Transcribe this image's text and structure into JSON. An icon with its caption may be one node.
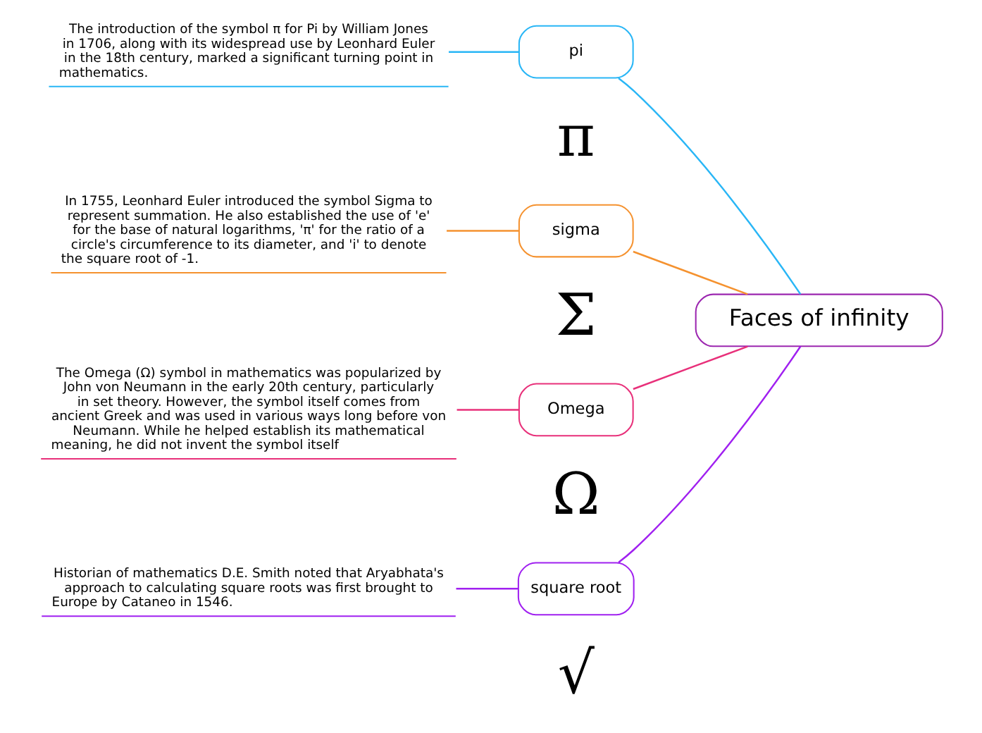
{
  "diagram": {
    "nodes": [
      {
        "text": [
          "Faces of infinity"
        ]
      },
      {
        "text": [
          "pi"
        ]
      },
      {
        "text": [
          "The introduction of the symbol π for Pi by William Jones in 1706, along with its widespread use by Leonhard Euler in the 18th century, marked a significant turning point in mathematics."
        ]
      },
      {
        "text": [
          "sigma"
        ]
      },
      {
        "text": [
          "In 1755, Leonhard Euler introduced the symbol Sigma to represent summation. He also established the use of 'e' for the base of natural logarithms, 'π' for the ratio of a circle's circumference to its diameter, and 'i' to denote the square root of -1."
        ]
      },
      {
        "text": [
          "Omega"
        ]
      },
      {
        "text": [
          "The Omega (Ω) symbol in mathematics was popularized by John von Neumann in the early 20th century, particularly in set theory. However, the symbol itself comes from ancient Greek and was used in various ways long before von Neumann. While he helped establish its mathematical meaning, he did not invent the symbol itself"
        ]
      },
      {
        "text": [
          "square root"
        ]
      },
      {
        "text": [
          "Historian of mathematics D.E. Smith noted that Aryabhata's approach to calculating square roots was first brought to Europe by Cataneo in 1546."
        ]
      }
    ],
    "edges": [
      {
        "from": 0,
        "to": 1,
        "arrow": "none",
        "color": "#29b6f6"
      },
      {
        "from": 1,
        "to": 2,
        "arrow": "none",
        "color": "#29b6f6"
      },
      {
        "from": 0,
        "to": 3,
        "arrow": "none",
        "color": "#f5922f"
      },
      {
        "from": 3,
        "to": 4,
        "arrow": "none",
        "color": "#f5922f"
      },
      {
        "from": 0,
        "to": 5,
        "arrow": "none",
        "color": "#e8307a"
      },
      {
        "from": 5,
        "to": 6,
        "arrow": "none",
        "color": "#e8307a"
      },
      {
        "from": 0,
        "to": 7,
        "arrow": "none",
        "color": "#a020f0"
      },
      {
        "from": 7,
        "to": 8,
        "arrow": "none",
        "color": "#a020f0"
      }
    ],
    "labels": [
      "π",
      "Σ",
      "Ω",
      "√"
    ]
  }
}
